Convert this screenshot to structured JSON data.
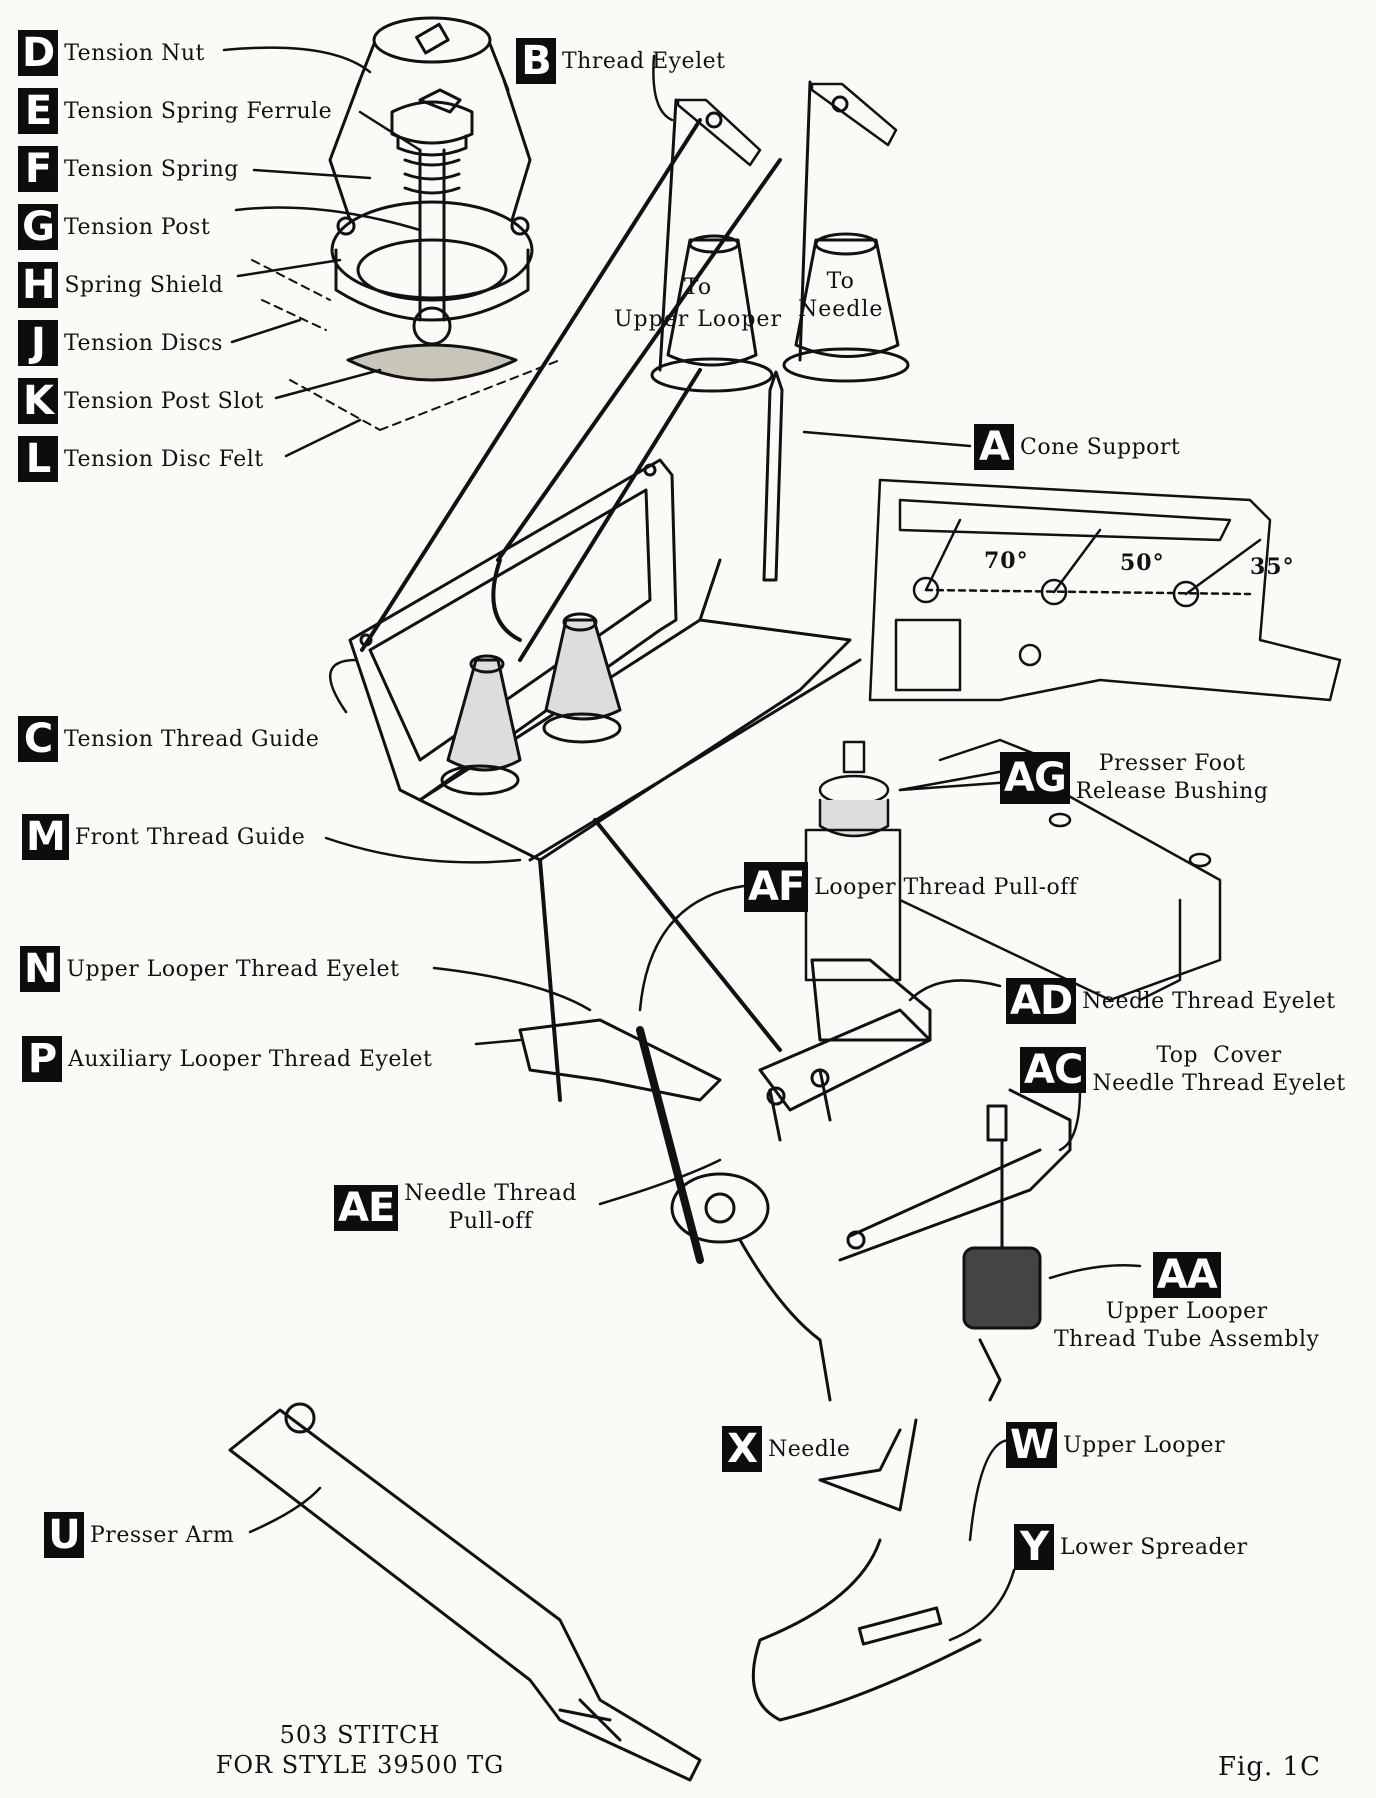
{
  "figure_label": "Fig. 1C",
  "caption": {
    "line1": "503 STITCH",
    "line2": "FOR STYLE 39500 TG"
  },
  "cone_labels": {
    "upper_looper": "To\nUpper Looper",
    "needle": "To\nNeedle"
  },
  "angles": [
    "70°",
    "50°",
    "35°"
  ],
  "parts": [
    {
      "id": "D",
      "name": "Tension Nut"
    },
    {
      "id": "E",
      "name": "Tension Spring Ferrule"
    },
    {
      "id": "F",
      "name": "Tension Spring"
    },
    {
      "id": "G",
      "name": "Tension Post"
    },
    {
      "id": "H",
      "name": "Spring Shield"
    },
    {
      "id": "J",
      "name": "Tension Discs"
    },
    {
      "id": "K",
      "name": "Tension Post Slot"
    },
    {
      "id": "L",
      "name": "Tension Disc Felt"
    },
    {
      "id": "B",
      "name": "Thread Eyelet"
    },
    {
      "id": "A",
      "name": "Cone Support"
    },
    {
      "id": "C",
      "name": "Tension Thread Guide"
    },
    {
      "id": "M",
      "name": "Front Thread Guide"
    },
    {
      "id": "AG",
      "name": "Presser Foot\nRelease Bushing"
    },
    {
      "id": "AF",
      "name": "Looper Thread Pull-off"
    },
    {
      "id": "N",
      "name": "Upper Looper Thread Eyelet"
    },
    {
      "id": "AD",
      "name": "Needle Thread Eyelet"
    },
    {
      "id": "P",
      "name": "Auxiliary Looper Thread Eyelet"
    },
    {
      "id": "AC",
      "name": "Top  Cover\nNeedle Thread Eyelet"
    },
    {
      "id": "AE",
      "name": "Needle Thread\nPull-off"
    },
    {
      "id": "AA",
      "name": "Upper Looper\nThread Tube Assembly"
    },
    {
      "id": "X",
      "name": "Needle"
    },
    {
      "id": "W",
      "name": "Upper Looper"
    },
    {
      "id": "Y",
      "name": "Lower Spreader"
    },
    {
      "id": "U",
      "name": "Presser Arm"
    }
  ]
}
